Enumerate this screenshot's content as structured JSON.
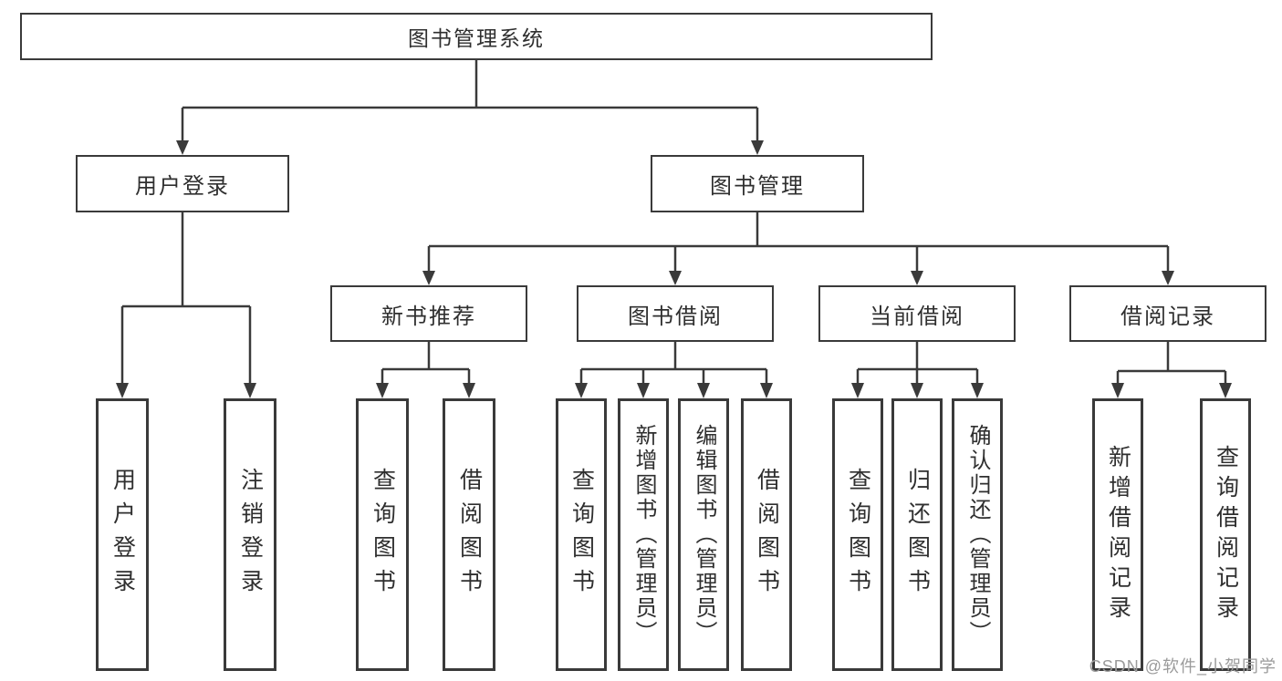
{
  "diagram": {
    "root": {
      "label": "图书管理系统"
    },
    "branches": [
      {
        "label": "用户登录",
        "children": [
          {
            "label": "用户登录"
          },
          {
            "label": "注销登录"
          }
        ]
      },
      {
        "label": "图书管理",
        "children": [
          {
            "label": "新书推荐",
            "children": [
              {
                "label": "查询图书"
              },
              {
                "label": "借阅图书"
              }
            ]
          },
          {
            "label": "图书借阅",
            "children": [
              {
                "label": "查询图书"
              },
              {
                "label": "新增图书（管理员）"
              },
              {
                "label": "编辑图书（管理员）"
              },
              {
                "label": "借阅图书"
              }
            ]
          },
          {
            "label": "当前借阅",
            "children": [
              {
                "label": "查询图书"
              },
              {
                "label": "归还图书"
              },
              {
                "label": "确认归还（管理员）"
              }
            ]
          },
          {
            "label": "借阅记录",
            "children": [
              {
                "label": "新增借阅记录"
              },
              {
                "label": "查询借阅记录"
              }
            ]
          }
        ]
      }
    ]
  },
  "watermark": {
    "text": "CSDN @软件_小贺同学"
  },
  "colors": {
    "line": "#3a3a3a",
    "text": "#2f2f2f",
    "background": "#ffffff",
    "watermark": "#9b9b9b"
  }
}
